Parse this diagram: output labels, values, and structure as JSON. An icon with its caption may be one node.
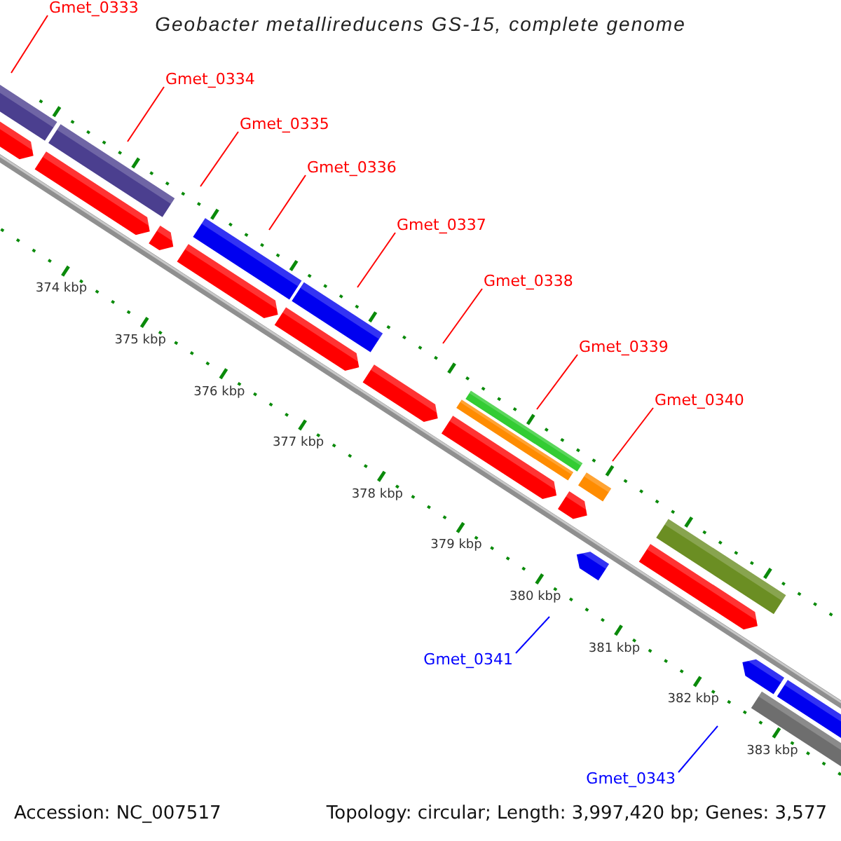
{
  "diagram": {
    "title": "Geobacter metallireducens GS-15, complete genome",
    "nodes": [
      {
        "text": [
          "Gmet_0333"
        ]
      },
      {
        "text": [
          "Gmet_0334"
        ]
      },
      {
        "text": [
          "Gmet_0335"
        ]
      },
      {
        "text": [
          "Gmet_0336"
        ]
      },
      {
        "text": [
          "Gmet_0337"
        ]
      },
      {
        "text": [
          "Gmet_0338"
        ]
      },
      {
        "text": [
          "Gmet_0339"
        ]
      },
      {
        "text": [
          "Gmet_0340"
        ]
      },
      {
        "text": [
          "Gmet_0341"
        ]
      },
      {
        "text": [
          "Gmet_0343"
        ]
      }
    ],
    "edges": [
      {
        "from": 0,
        "to": null,
        "arrow": "none"
      },
      {
        "from": 1,
        "to": null,
        "arrow": "none"
      },
      {
        "from": 2,
        "to": null,
        "arrow": "none"
      },
      {
        "from": 3,
        "to": null,
        "arrow": "none"
      },
      {
        "from": 4,
        "to": null,
        "arrow": "none"
      },
      {
        "from": 5,
        "to": null,
        "arrow": "none"
      },
      {
        "from": 6,
        "to": null,
        "arrow": "none"
      },
      {
        "from": 7,
        "to": null,
        "arrow": "none"
      },
      {
        "from": 8,
        "to": null,
        "arrow": "none",
        "color": "#0000ff"
      },
      {
        "from": 9,
        "to": null,
        "arrow": "none",
        "color": "#0000ff"
      }
    ],
    "labels": [
      "374 kbp",
      "375 kbp",
      "376 kbp",
      "377 kbp",
      "378 kbp",
      "379 kbp",
      "380 kbp",
      "381 kbp",
      "382 kbp",
      "383 kbp",
      "Accession: NC_007517",
      "Topology: circular; Length: 3,997,420 bp; Genes: 3,577"
    ]
  }
}
